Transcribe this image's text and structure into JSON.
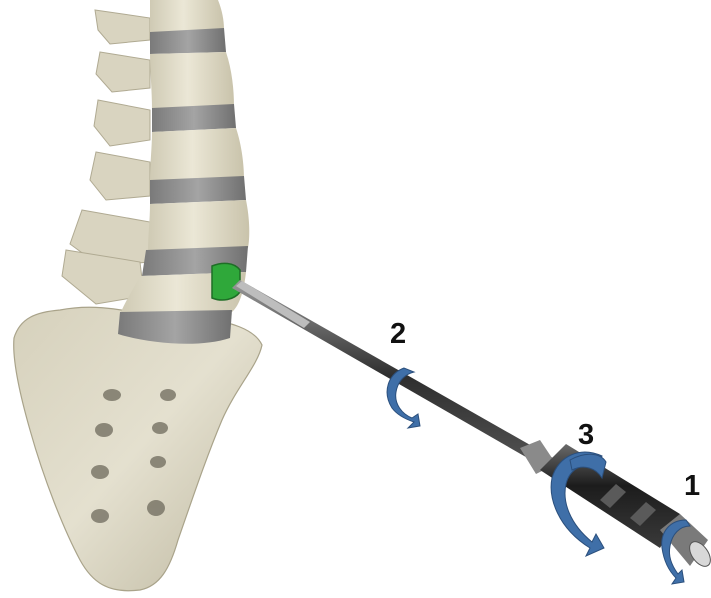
{
  "illustration": {
    "subject": "spine-implant-inserter",
    "colors": {
      "bone": "#e3dfcc",
      "bone_shadow": "#b9b39c",
      "disc": "#8a8a8a",
      "implant": "#2fa83a",
      "instrument": "#3a3a3a",
      "arrow": "#3f6fa8"
    }
  },
  "callouts": {
    "step_1": "1",
    "step_2": "2",
    "step_3": "3"
  }
}
